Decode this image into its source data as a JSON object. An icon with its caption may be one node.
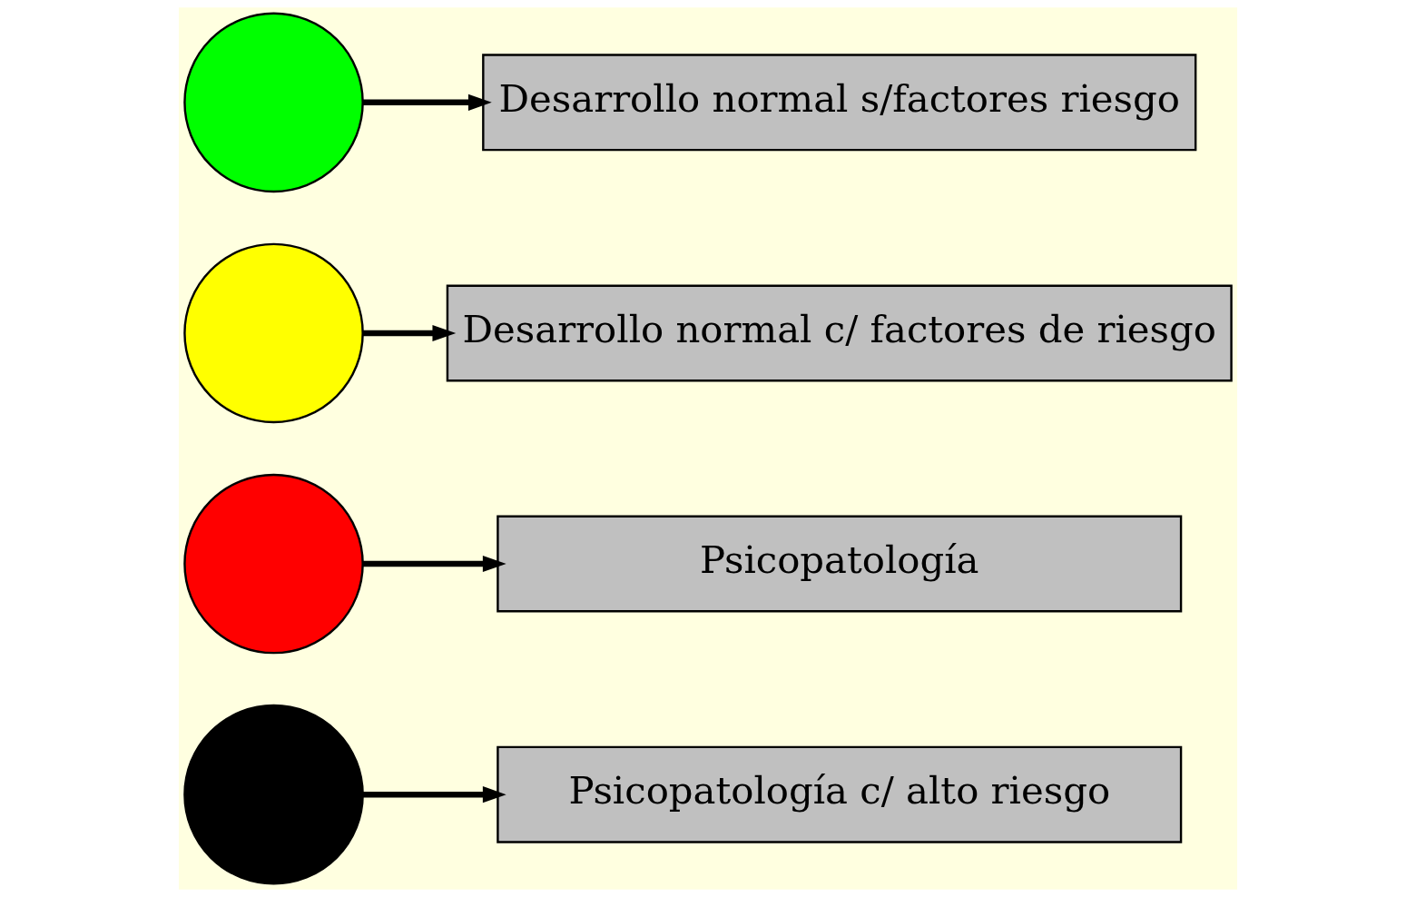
{
  "diagram": {
    "nodes": [
      {
        "text": [],
        "shape": "circle"
      },
      {
        "text": [
          "Desarrollo normal s/factores riesgo"
        ]
      },
      {
        "text": [],
        "shape": "circle"
      },
      {
        "text": [
          "Desarrollo normal c/ factores de riesgo"
        ]
      },
      {
        "text": [],
        "shape": "circle"
      },
      {
        "text": [
          "Psicopatología"
        ]
      },
      {
        "text": [],
        "shape": "circle"
      },
      {
        "text": [
          "Psicopatología c/ alto riesgo"
        ]
      }
    ],
    "edges": [
      {
        "from": 0,
        "to": 1,
        "arrow": "to"
      },
      {
        "from": 2,
        "to": 3,
        "arrow": "to"
      },
      {
        "from": 4,
        "to": 5,
        "arrow": "to"
      },
      {
        "from": 6,
        "to": 7,
        "arrow": "to"
      }
    ]
  }
}
